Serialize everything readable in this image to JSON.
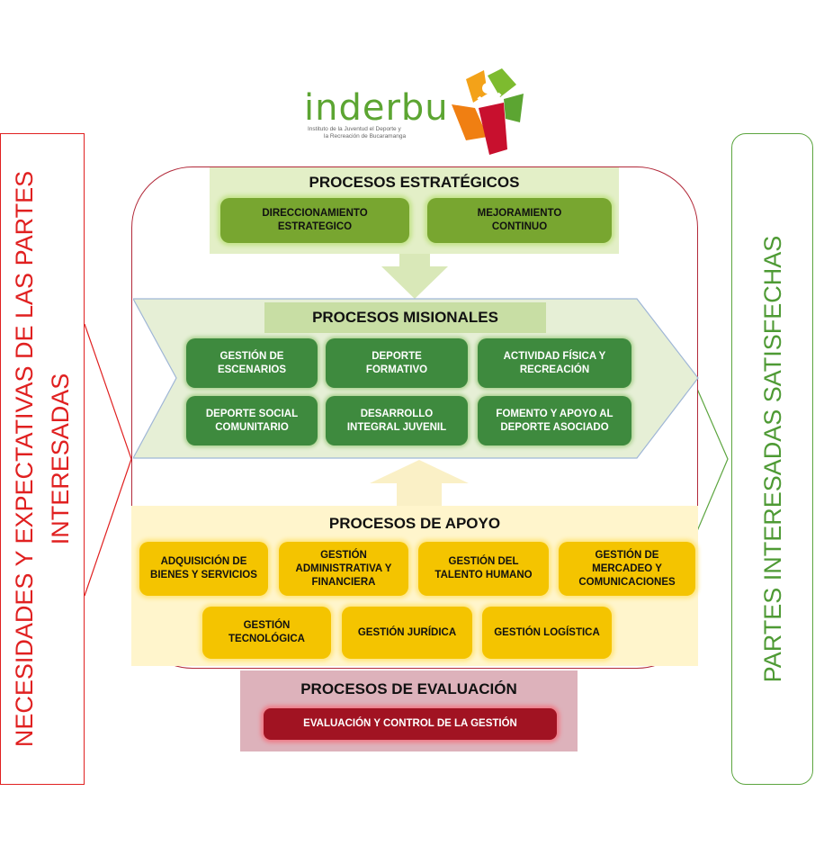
{
  "logo": {
    "name": "inderbu",
    "tagline_line1": "Instituto de la Juventud el Deporte y",
    "tagline_line2": "la Recreación de Bucaramanga",
    "color_text": "#5ca532"
  },
  "left_panel": {
    "line1": "NECESIDADES Y EXPECTATIVAS DE LAS PARTES",
    "line2": "INTERESADAS"
  },
  "right_panel": {
    "text": "PARTES INTERESADAS SATISFECHAS"
  },
  "estrategicos": {
    "title": "PROCESOS ESTRATÉGICOS",
    "items": [
      {
        "line1": "DIRECCIONAMIENTO",
        "line2": "ESTRATEGICO"
      },
      {
        "line1": "MEJORAMIENTO",
        "line2": "CONTINUO"
      }
    ]
  },
  "misionales": {
    "title": "PROCESOS MISIONALES",
    "items": [
      {
        "line1": "GESTIÓN DE",
        "line2": "ESCENARIOS"
      },
      {
        "line1": "DEPORTE",
        "line2": "FORMATIVO"
      },
      {
        "line1": "ACTIVIDAD FÍSICA Y",
        "line2": "RECREACIÓN"
      },
      {
        "line1": "DEPORTE SOCIAL",
        "line2": "COMUNITARIO"
      },
      {
        "line1": "DESARROLLO",
        "line2": "INTEGRAL JUVENIL"
      },
      {
        "line1": "FOMENTO Y APOYO AL",
        "line2": "DEPORTE ASOCIADO"
      }
    ]
  },
  "apoyo": {
    "title": "PROCESOS DE APOYO",
    "items": [
      {
        "line1": "ADQUISICIÓN DE",
        "line2": "BIENES Y SERVICIOS",
        "line3": ""
      },
      {
        "line1": "GESTIÓN",
        "line2": "ADMINISTRATIVA Y",
        "line3": "FINANCIERA"
      },
      {
        "line1": "GESTIÓN  DEL",
        "line2": "TALENTO HUMANO",
        "line3": ""
      },
      {
        "line1": "GESTIÓN DE",
        "line2": "MERCADEO Y",
        "line3": "COMUNICACIONES"
      },
      {
        "line1": "GESTIÓN",
        "line2": "TECNOLÓGICA",
        "line3": ""
      },
      {
        "line1": "GESTIÓN JURÍDICA",
        "line2": "",
        "line3": ""
      },
      {
        "line1": "GESTIÓN LOGÍSTICA",
        "line2": "",
        "line3": ""
      }
    ]
  },
  "evaluacion": {
    "title": "PROCESOS DE EVALUACIÓN",
    "item": "EVALUACIÓN Y CONTROL DE LA GESTIÓN"
  },
  "colors": {
    "red": "#e02020",
    "green": "#4e9a34",
    "strategic_green": "#78a630",
    "mission_green": "#3e8a3e",
    "support_yellow": "#f4c400",
    "evaluation_red": "#a11322"
  }
}
